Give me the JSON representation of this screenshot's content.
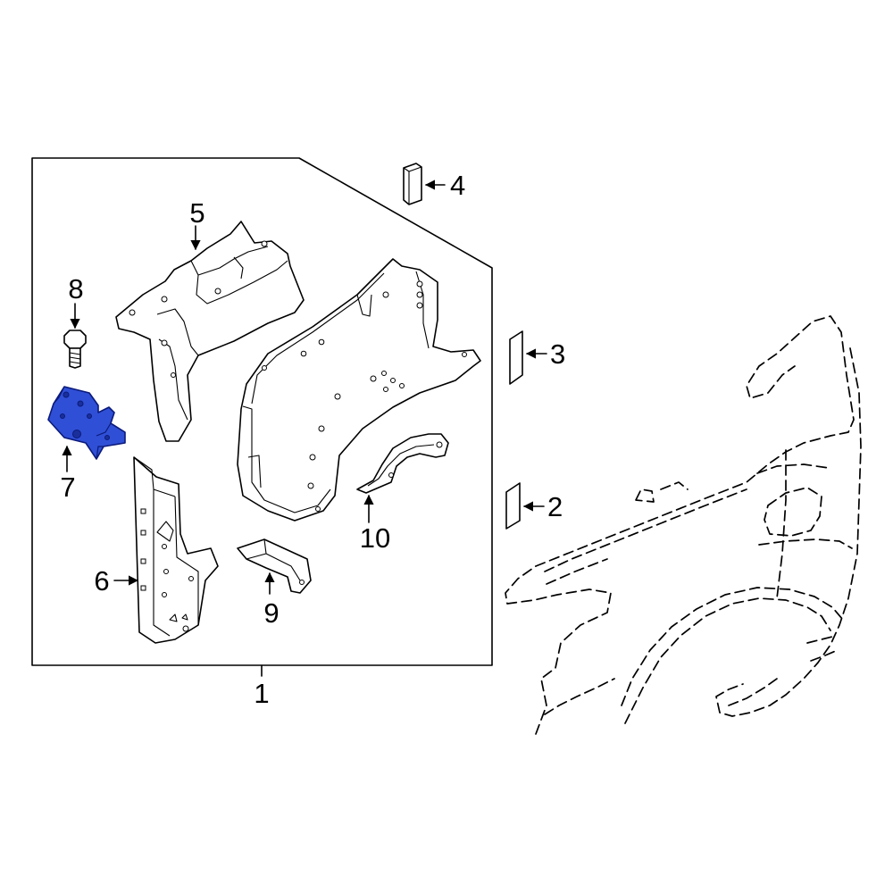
{
  "callouts": {
    "c1": "1",
    "c2": "2",
    "c3": "3",
    "c4": "4",
    "c5": "5",
    "c6": "6",
    "c7": "7",
    "c8": "8",
    "c9": "9",
    "c10": "10"
  },
  "colors": {
    "highlight_fill": "#2f4fd6",
    "highlight_stroke": "#0b1a7a",
    "line": "#000000",
    "background": "#ffffff"
  },
  "highlighted_part": "7"
}
